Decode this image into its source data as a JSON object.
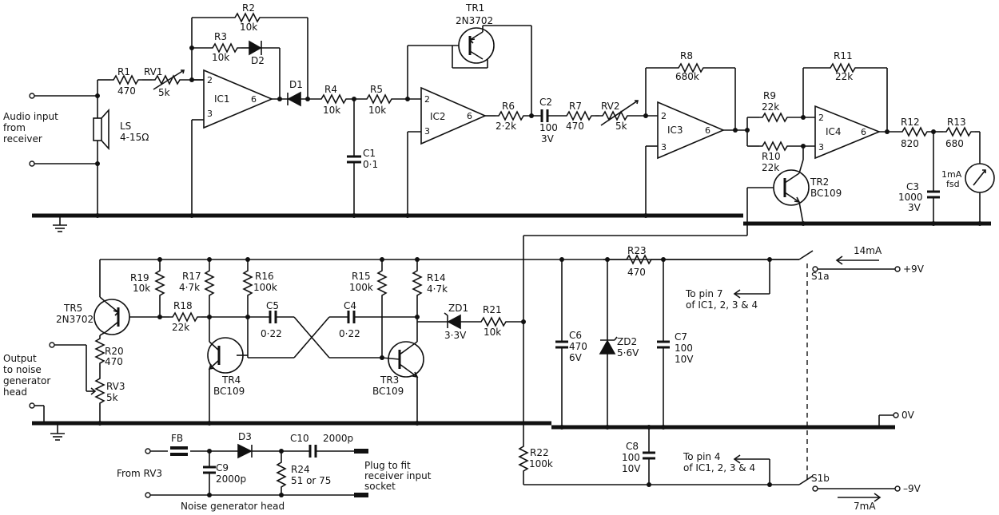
{
  "labels": {
    "audio_input_l1": "Audio input",
    "audio_input_l2": "from",
    "audio_input_l3": "receiver",
    "ls_name": "LS",
    "ls_value": "4-15Ω",
    "r1_name": "R1",
    "r1_value": "470",
    "rv1_name": "RV1",
    "rv1_value": "5k",
    "r2_name": "R2",
    "r2_value": "10k",
    "r3_name": "R3",
    "r3_value": "10k",
    "d2_name": "D2",
    "d1_name": "D1",
    "ic1": "IC1",
    "r4_name": "R4",
    "r4_value": "10k",
    "c1_name": "C1",
    "c1_value": "0·1",
    "r5_name": "R5",
    "r5_value": "10k",
    "ic2": "IC2",
    "tr1_name": "TR1",
    "tr1_type": "2N3702",
    "r6_name": "R6",
    "r6_value": "2·2k",
    "c2_name": "C2",
    "c2_v1": "100",
    "c2_v2": "3V",
    "r7_name": "R7",
    "r7_value": "470",
    "rv2_name": "RV2",
    "rv2_value": "5k",
    "r8_name": "R8",
    "r8_value": "680k",
    "ic3": "IC3",
    "r9_name": "R9",
    "r9_value": "22k",
    "r10_name": "R10",
    "r10_value": "22k",
    "r11_name": "R11",
    "r11_value": "22k",
    "ic4": "IC4",
    "tr2_name": "TR2",
    "tr2_type": "BC109",
    "r12_name": "R12",
    "r12_value": "820",
    "r13_name": "R13",
    "r13_value": "680",
    "c3_name": "C3",
    "c3_v1": "1000",
    "c3_v2": "3V",
    "meter_l1": "1mA",
    "meter_l2": "fsd",
    "pin2": "2",
    "pin3": "3",
    "pin6": "6",
    "r19_name": "R19",
    "r19_value": "10k",
    "r17_name": "R17",
    "r17_value": "4·7k",
    "r16_name": "R16",
    "r16_value": "100k",
    "r15_name": "R15",
    "r15_value": "100k",
    "r14_name": "R14",
    "r14_value": "4·7k",
    "tr5_name": "TR5",
    "tr5_type": "2N3702",
    "r18_name": "R18",
    "r18_value": "22k",
    "c5_name": "C5",
    "c5_value": "0·22",
    "c4_name": "C4",
    "c4_value": "0·22",
    "zd1_name": "ZD1",
    "zd1_value": "3·3V",
    "r21_name": "R21",
    "r21_value": "10k",
    "r20_name": "R20",
    "r20_value": "470",
    "rv3_name": "RV3",
    "rv3_value": "5k",
    "out_l1": "Output",
    "out_l2": "to noise",
    "out_l3": "generator",
    "out_l4": "head",
    "tr4_name": "TR4",
    "tr4_type": "BC109",
    "tr3_name": "TR3",
    "tr3_type": "BC109",
    "r23_name": "R23",
    "r23_value": "470",
    "c6_name": "C6",
    "c6_v1": "470",
    "c6_v2": "6V",
    "zd2_name": "ZD2",
    "zd2_value": "5·6V",
    "c7_name": "C7",
    "c7_v1": "100",
    "c7_v2": "10V",
    "to_pin7_l1": "To pin 7",
    "to_pin7_l2": "of IC1, 2, 3 & 4",
    "current_14": "14mA",
    "s1a": "S1a",
    "plus9": "+9V",
    "zero_v": "0V",
    "r22_name": "R22",
    "r22_value": "100k",
    "c8_name": "C8",
    "c8_v1": "100",
    "c8_v2": "10V",
    "to_pin4_l1": "To pin 4",
    "to_pin4_l2": "of IC1, 2, 3 & 4",
    "s1b": "S1b",
    "minus9": "–9V",
    "current_7": "7mA",
    "fb": "FB",
    "from_rv3": "From RV3",
    "c9_name": "C9",
    "c9_value": "2000p",
    "d3_name": "D3",
    "c10_name": "C10",
    "c10_value": "2000p",
    "r24_name": "R24",
    "r24_value": "51 or 75",
    "plug_l1": "Plug to fit",
    "plug_l2": "receiver input",
    "plug_l3": "socket",
    "head_label": "Noise generator head"
  }
}
